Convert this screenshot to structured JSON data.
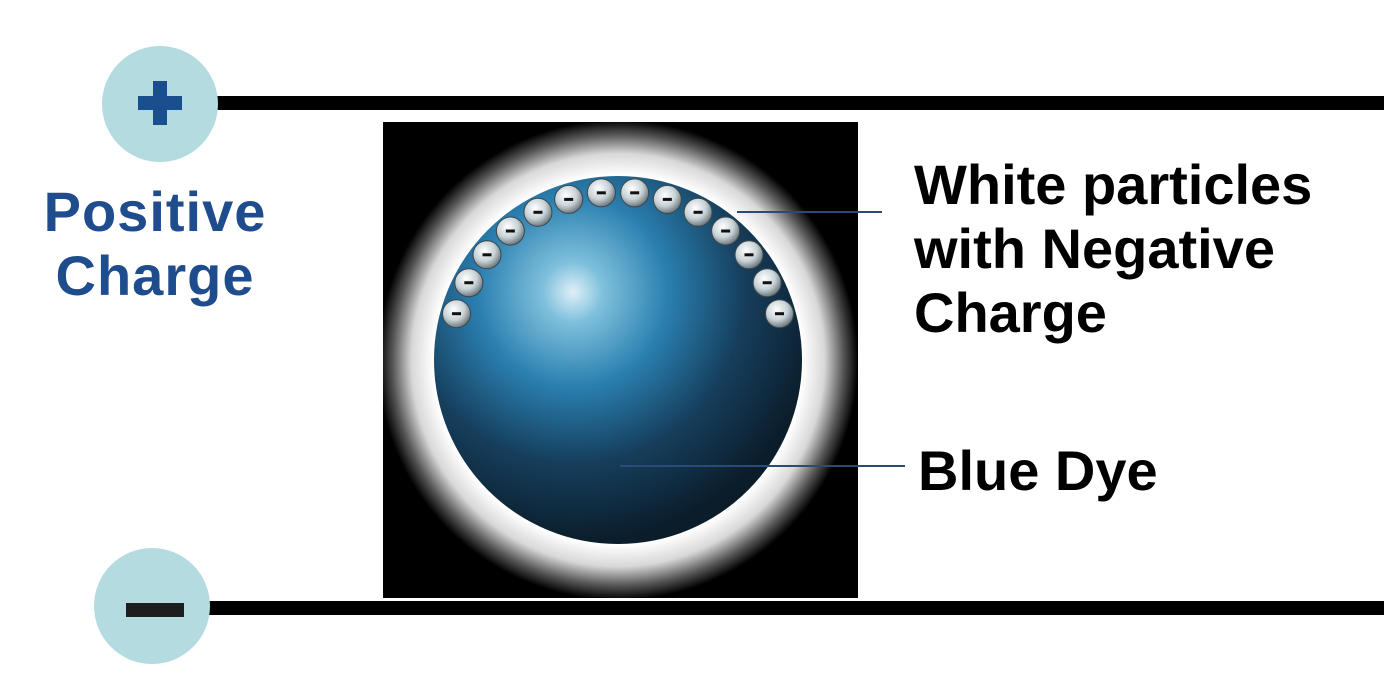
{
  "electrodes": {
    "positive": {
      "symbol": "+",
      "label_lines": [
        "Positive",
        "Charge"
      ]
    },
    "negative": {
      "symbol": "−"
    }
  },
  "particle": {
    "charge_symbol": "−",
    "charge_count": 14
  },
  "callouts": {
    "white_particles": [
      "White particles",
      "with Negative",
      "Charge"
    ],
    "blue_dye": "Blue Dye"
  },
  "colors": {
    "label_blue": "#1e4c8c",
    "electrode_fill": "#b3dbe0",
    "dye_blue": "#2f7fb3"
  }
}
